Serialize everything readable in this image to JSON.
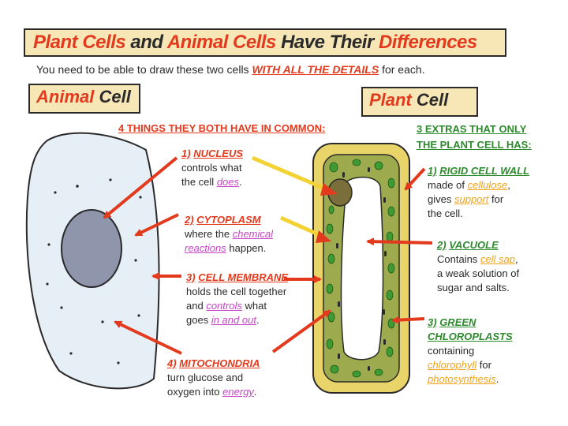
{
  "title": {
    "part1": "Plant Cells",
    "part2": "and",
    "part3": "Animal Cells",
    "part4": "Have Their",
    "part5": "Differences"
  },
  "subtitle": {
    "pre": "You need to be able to draw these two cells",
    "highlight": "WITH ALL THE DETAILS",
    "post": "for each."
  },
  "animal_label": {
    "a": "Animal",
    "b": "Cell"
  },
  "plant_label": {
    "a": "Plant",
    "b": "Cell"
  },
  "common_heading": "4 THINGS THEY BOTH HAVE IN COMMON:",
  "extras_heading": {
    "line1": "3 EXTRAS THAT ONLY",
    "line2": "THE PLANT CELL HAS:"
  },
  "common": [
    {
      "num": "1)",
      "title": "NUCLEUS",
      "l1": "controls what",
      "l2a": "the cell",
      "l2k": "does",
      "l2b": "."
    },
    {
      "num": "2)",
      "title": "CYTOPLASM",
      "l1a": "where the",
      "l1k": "chemical",
      "l2k": "reactions",
      "l2b": "happen."
    },
    {
      "num": "3)",
      "title": "CELL MEMBRANE",
      "l1": "holds the cell together",
      "l2a": "and",
      "l2k": "controls",
      "l2b": "what",
      "l3a": "goes",
      "l3k": "in and out",
      "l3b": "."
    },
    {
      "num": "4)",
      "title": "MITOCHONDRIA",
      "l1": "turn glucose and",
      "l2a": "oxygen into",
      "l2k": "energy",
      "l2b": "."
    }
  ],
  "extras": [
    {
      "num": "1)",
      "title": "RIGID CELL WALL",
      "l1a": "made of",
      "l1k": "cellulose",
      "l1b": ",",
      "l2a": "gives",
      "l2k": "support",
      "l2b": "for",
      "l3": "the cell."
    },
    {
      "num": "2)",
      "title": "VACUOLE",
      "l1a": "Contains",
      "l1k": "cell sap",
      "l1b": ",",
      "l2": "a weak solution of",
      "l3": "sugar and salts."
    },
    {
      "num": "3)",
      "title": "GREEN",
      "title2": "CHLOROPLASTS",
      "l1": "containing",
      "l2k": "chlorophyll",
      "l2b": "for",
      "l3k": "photosynthesis",
      "l3b": "."
    }
  ],
  "colors": {
    "red": "#e33a1e",
    "green_text": "#2d8a2d",
    "banner": "#f7e7b7",
    "animal_cell": "#e6eef6",
    "nucleus": "#8f96ab",
    "plant_wall": "#e9d46a",
    "cytoplasm_plant": "#9eaa4e",
    "chloroplast": "#3e9a32",
    "vacuole": "#ffffff"
  }
}
